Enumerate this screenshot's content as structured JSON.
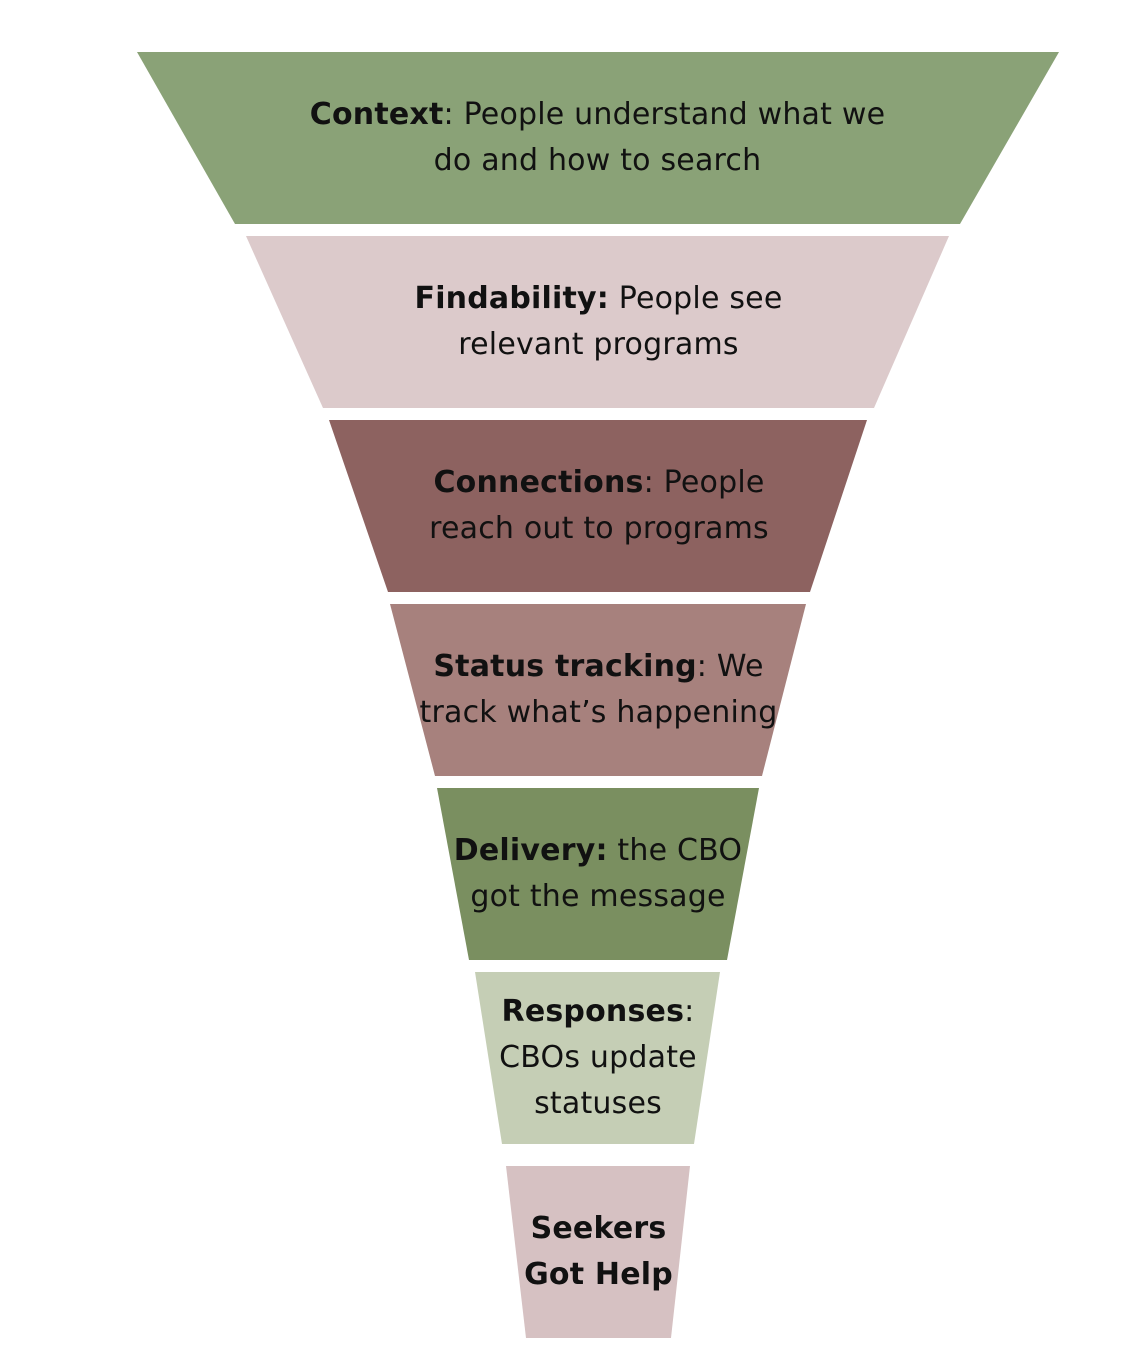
{
  "funnel": {
    "stages": [
      {
        "title": "Context",
        "separator": ": ",
        "line1": "People understand what we",
        "line2": "do and how to search",
        "color": "#8aa277"
      },
      {
        "title": "Findability:",
        "separator": " ",
        "line1": "People see",
        "line2": "relevant programs",
        "color": "#dccacb"
      },
      {
        "title": "Connections",
        "separator": ": ",
        "line1": "People",
        "line2": "reach out to programs",
        "color": "#8d6260"
      },
      {
        "title": "Status tracking",
        "separator": ": ",
        "line1": "We",
        "line2": "track what’s happening",
        "color": "#a7817d"
      },
      {
        "title": "Delivery:",
        "separator": " ",
        "line1": "the CBO",
        "line2": "got the message",
        "color": "#7a8f60"
      },
      {
        "title": "Responses",
        "separator": ":",
        "line1": "",
        "line2": "CBOs update",
        "line3": "statuses",
        "color": "#c5ceb5"
      },
      {
        "title": "Seekers",
        "separator": "",
        "line1": "",
        "line2": "Got Help",
        "color": "#d6c1c2",
        "line2_bold": true
      }
    ]
  }
}
